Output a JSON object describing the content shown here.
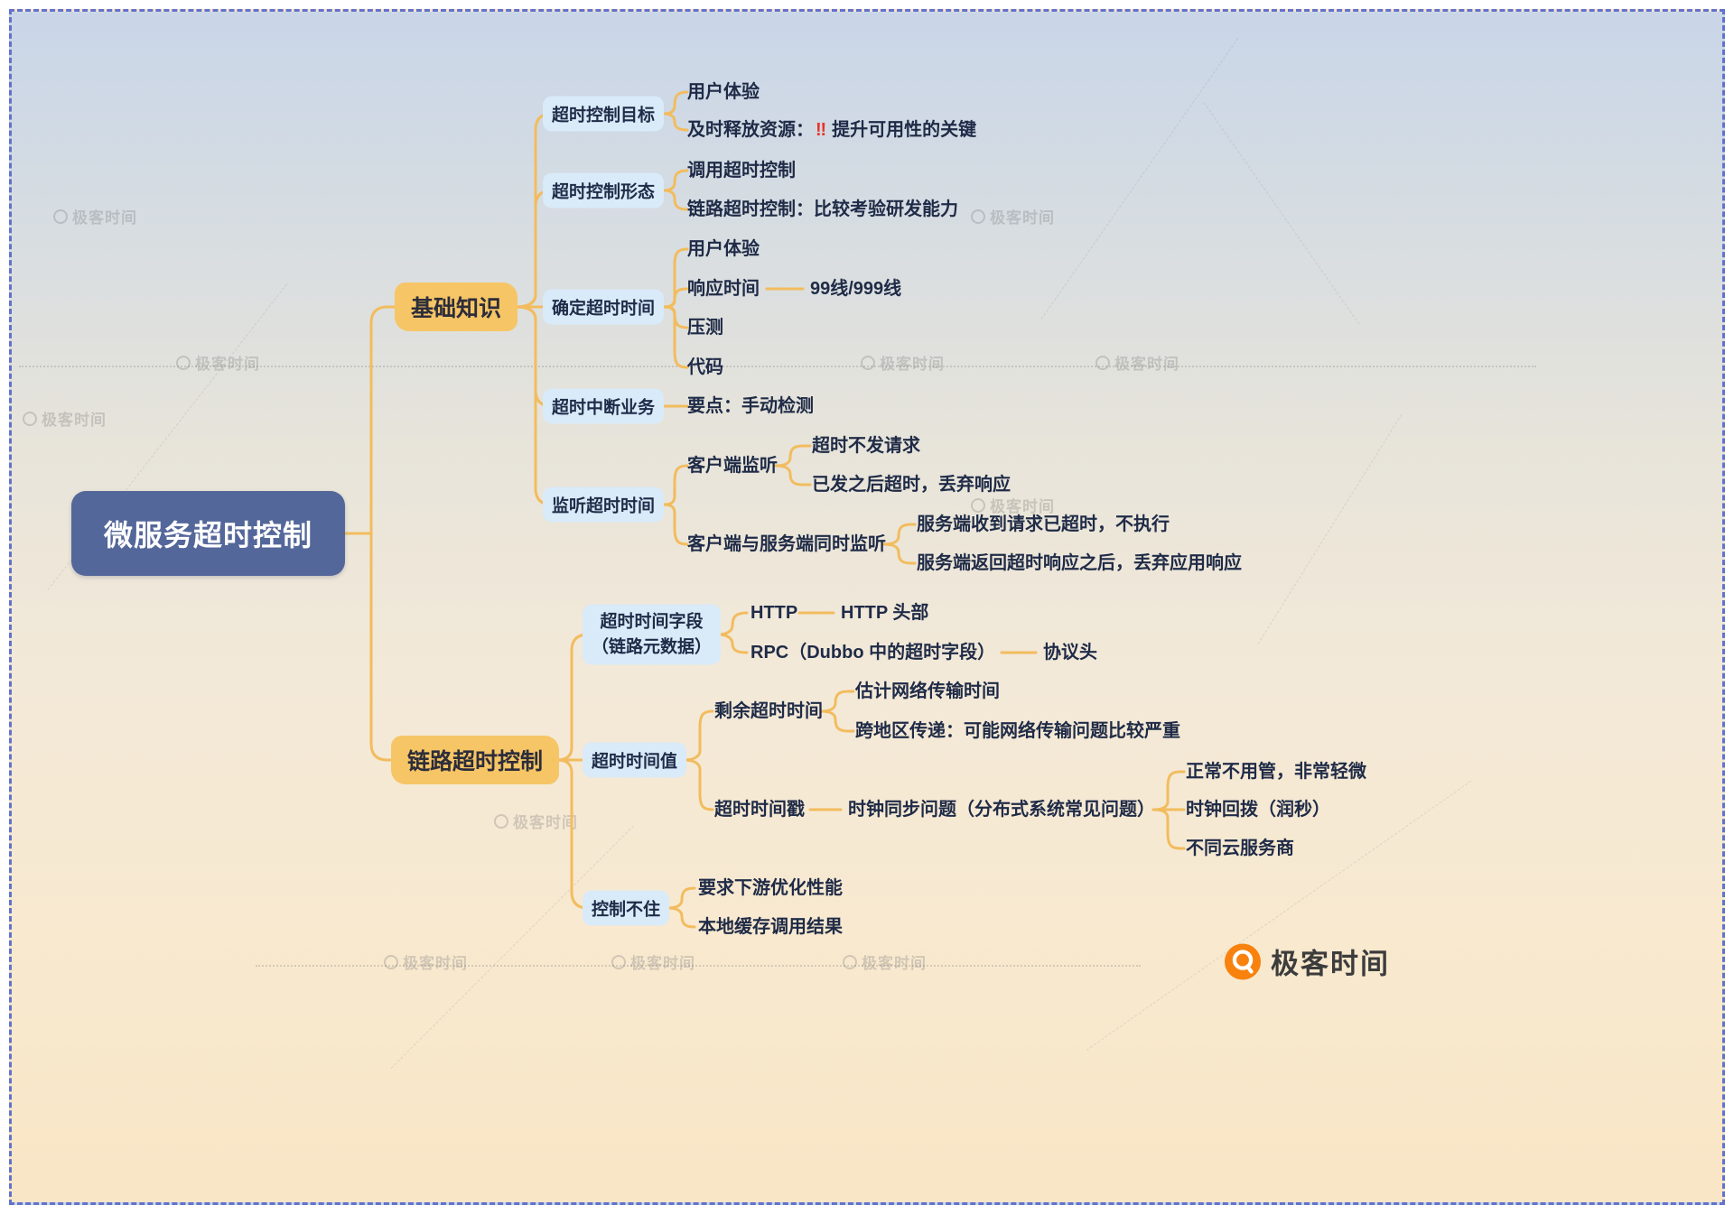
{
  "canvas": {
    "watermark_text": "极客时间",
    "brand": {
      "name": "极客时间"
    }
  },
  "colors": {
    "connector": "#f2bc5e",
    "root_fill": "#54679a",
    "topic_fill": "#f6c566",
    "subtopic_fill": "#d9eaf9",
    "text_dark": "#1f2b47",
    "alert_red": "#e8342a",
    "brand_orange": "#f8820d",
    "border_blue": "#6272cc"
  },
  "mindmap": {
    "root": {
      "label": "微服务超时控制"
    },
    "branches": [
      {
        "label": "基础知识",
        "children": [
          {
            "label": "超时控制目标",
            "children": [
              {
                "label": "用户体验"
              },
              {
                "prefix": "及时释放资源：",
                "alert": "‼",
                "suffix": "提升可用性的关键"
              }
            ]
          },
          {
            "label": "超时控制形态",
            "children": [
              {
                "label": "调用超时控制"
              },
              {
                "label": "链路超时控制：比较考验研发能力"
              }
            ]
          },
          {
            "label": "确定超时时间",
            "children": [
              {
                "label": "用户体验"
              },
              {
                "label": "响应时间",
                "children": [
                  {
                    "label": "99线/999线"
                  }
                ]
              },
              {
                "label": "压测"
              },
              {
                "label": "代码"
              }
            ]
          },
          {
            "label": "超时中断业务",
            "children": [
              {
                "label": "要点：手动检测"
              }
            ]
          },
          {
            "label": "监听超时时间",
            "children": [
              {
                "label": "客户端监听",
                "children": [
                  {
                    "label": "超时不发请求"
                  },
                  {
                    "label": "已发之后超时，丢弃响应"
                  }
                ]
              },
              {
                "label": "客户端与服务端同时监听",
                "children": [
                  {
                    "label": "服务端收到请求已超时，不执行"
                  },
                  {
                    "label": "服务端返回超时响应之后，丢弃应用响应"
                  }
                ]
              }
            ]
          }
        ]
      },
      {
        "label": "链路超时控制",
        "children": [
          {
            "label_line1": "超时时间字段",
            "label_line2": "（链路元数据）",
            "children": [
              {
                "label": "HTTP",
                "children": [
                  {
                    "label": "HTTP 头部"
                  }
                ]
              },
              {
                "label": "RPC（Dubbo 中的超时字段）",
                "children": [
                  {
                    "label": "协议头"
                  }
                ]
              }
            ]
          },
          {
            "label": "超时时间值",
            "children": [
              {
                "label": "剩余超时时间",
                "children": [
                  {
                    "label": "估计网络传输时间"
                  },
                  {
                    "label": "跨地区传递：可能网络传输问题比较严重"
                  }
                ]
              },
              {
                "label": "超时时间戳",
                "children": [
                  {
                    "label": "时钟同步问题（分布式系统常见问题）",
                    "children": [
                      {
                        "label": "正常不用管，非常轻微"
                      },
                      {
                        "label": "时钟回拨（润秒）"
                      },
                      {
                        "label": "不同云服务商"
                      }
                    ]
                  }
                ]
              }
            ]
          },
          {
            "label": "控制不住",
            "children": [
              {
                "label": "要求下游优化性能"
              },
              {
                "label": "本地缓存调用结果"
              }
            ]
          }
        ]
      }
    ]
  }
}
